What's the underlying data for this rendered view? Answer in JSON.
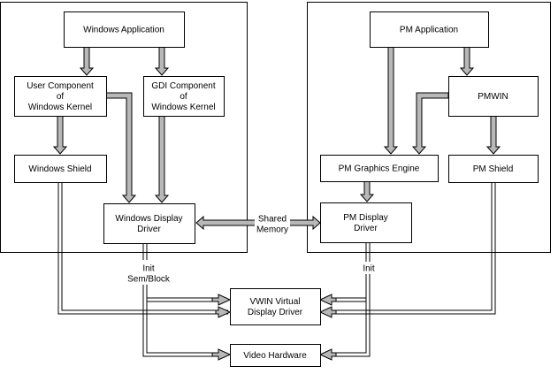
{
  "colors": {
    "line": "#000000",
    "arrow_fill": "#b8b8b8",
    "box_fill": "#ffffff"
  },
  "diagram": {
    "nodes": {
      "windows_app": [
        "Windows Application"
      ],
      "user_component": [
        "User Component",
        "of",
        "Windows Kernel"
      ],
      "gdi_component": [
        "GDI Component",
        "of",
        "Windows Kernel"
      ],
      "windows_shield": [
        "Windows Shield"
      ],
      "windows_display_driver": [
        "Windows Display",
        "Driver"
      ],
      "pm_app": [
        "PM Application"
      ],
      "pmwin": [
        "PMWIN"
      ],
      "pm_graphics_engine": [
        "PM Graphics Engine"
      ],
      "pm_shield": [
        "PM Shield"
      ],
      "pm_display_driver": [
        "PM Display",
        "Driver"
      ],
      "vwin_driver": [
        "VWIN Virtual",
        "Display Driver"
      ],
      "video_hardware": [
        "Video Hardware"
      ]
    },
    "labels": {
      "shared_memory": [
        "Shared",
        "Memory"
      ],
      "init_left": [
        "Init",
        "Sem/Block"
      ],
      "init_right": [
        "Init"
      ]
    }
  }
}
